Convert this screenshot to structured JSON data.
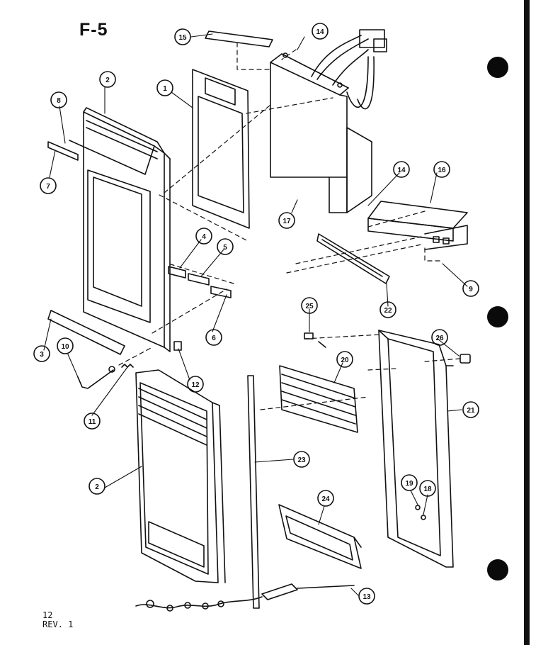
{
  "figure_title": "F-5",
  "page_number": "12",
  "revision": "REV. 1",
  "callouts": [
    {
      "id": "c15",
      "label": "15"
    },
    {
      "id": "c14a",
      "label": "14"
    },
    {
      "id": "c1",
      "label": "1"
    },
    {
      "id": "c2a",
      "label": "2"
    },
    {
      "id": "c8",
      "label": "8"
    },
    {
      "id": "c7",
      "label": "7"
    },
    {
      "id": "c17",
      "label": "17"
    },
    {
      "id": "c14b",
      "label": "14"
    },
    {
      "id": "c16",
      "label": "16"
    },
    {
      "id": "c4",
      "label": "4"
    },
    {
      "id": "c5",
      "label": "5"
    },
    {
      "id": "c6",
      "label": "6"
    },
    {
      "id": "c9",
      "label": "9"
    },
    {
      "id": "c22",
      "label": "22"
    },
    {
      "id": "c25",
      "label": "25"
    },
    {
      "id": "c3",
      "label": "3"
    },
    {
      "id": "c10",
      "label": "10"
    },
    {
      "id": "c12",
      "label": "12"
    },
    {
      "id": "c11",
      "label": "11"
    },
    {
      "id": "c20",
      "label": "20"
    },
    {
      "id": "c26",
      "label": "26"
    },
    {
      "id": "c21",
      "label": "21"
    },
    {
      "id": "c23",
      "label": "23"
    },
    {
      "id": "c2b",
      "label": "2"
    },
    {
      "id": "c19",
      "label": "19"
    },
    {
      "id": "c18",
      "label": "18"
    },
    {
      "id": "c24",
      "label": "24"
    },
    {
      "id": "c13",
      "label": "13"
    }
  ]
}
